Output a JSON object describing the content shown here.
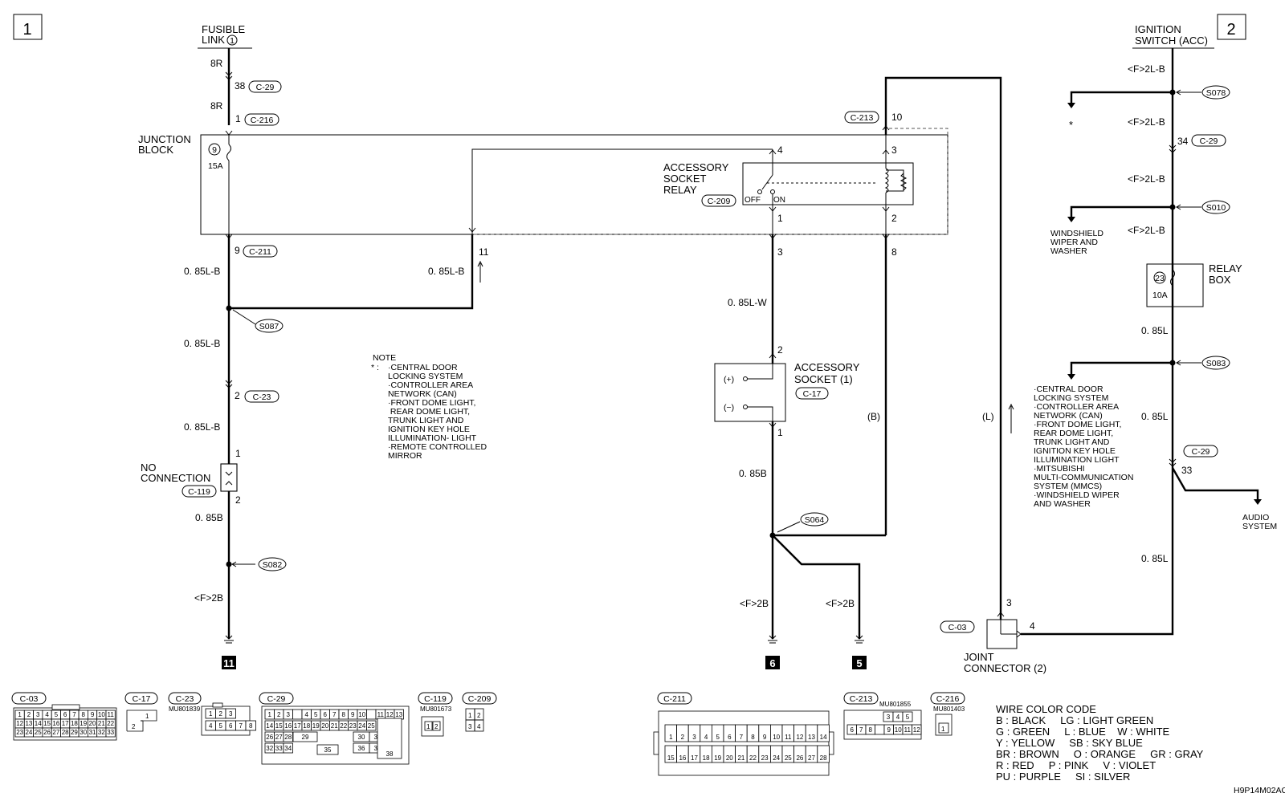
{
  "pages": {
    "left": "1",
    "right": "2"
  },
  "labels": {
    "fusible_link": "FUSIBLE",
    "fusible_link2": "LINK",
    "fusible_link_num": "1",
    "ignition_switch": "IGNITION",
    "ignition_switch2": "SWITCH (ACC)",
    "junction_block": "JUNCTION",
    "junction_block2": "BLOCK",
    "fuse9_num": "9",
    "fuse9_rating": "15A",
    "fuse23_num": "23",
    "fuse23_rating": "10A",
    "relay_box": "RELAY",
    "relay_box2": "BOX",
    "acc_relay1": "ACCESSORY",
    "acc_relay2": "SOCKET",
    "acc_relay3": "RELAY",
    "relay_off": "OFF",
    "relay_on": "ON",
    "acc_socket1": "ACCESSORY",
    "acc_socket2": "SOCKET (1)",
    "socket_plus": "(+)",
    "socket_minus": "(−)",
    "no_connection1": "NO",
    "no_connection2": "CONNECTION",
    "joint_connector1": "JOINT",
    "joint_connector2": "CONNECTOR (2)",
    "windshield1": "WINDSHIELD",
    "windshield2": "WIPER AND",
    "windshield3": "WASHER",
    "audio1": "AUDIO",
    "audio2": "SYSTEM",
    "asterisk": "*",
    "branch_b": "(B)",
    "branch_l": "(L)"
  },
  "wires": {
    "w8r_a": "8R",
    "w8r_b": "8R",
    "w085lb_a": "0. 85L-B",
    "w085lb_b": "0. 85L-B",
    "w085lb_c": "0. 85L-B",
    "w085lb_d": "0. 85L-B",
    "w085b_a": "0. 85B",
    "w085b_b": "0. 85B",
    "w085lw": "0. 85L-W",
    "wf2b_a": "<F>2B",
    "wf2b_b": "<F>2B",
    "wf2b_c": "<F>2B",
    "wf2lb_a": "<F>2L-B",
    "wf2lb_b": "<F>2L-B",
    "wf2lb_c": "<F>2L-B",
    "wf2lb_d": "<F>2L-B",
    "w085l_a": "0. 85L",
    "w085l_b": "0. 85L",
    "w085l_c": "0. 85L"
  },
  "pins": {
    "p38": "38",
    "p1a": "1",
    "p9": "9",
    "p11": "11",
    "p10": "10",
    "p4": "4",
    "p3r": "3",
    "p1r": "1",
    "p2r": "2",
    "p3b": "3",
    "p8": "8",
    "p2s": "2",
    "p1s": "1",
    "p2c23": "2",
    "p1nc": "1",
    "p2nc": "2",
    "p34": "34",
    "p33": "33",
    "p3j": "3",
    "p4j": "4"
  },
  "connectors": {
    "c29a": "C-29",
    "c216": "C-216",
    "c211": "C-211",
    "c213": "C-213",
    "c209": "C-209",
    "c17": "C-17",
    "c23": "C-23",
    "c119": "C-119",
    "c29b": "C-29",
    "c29c": "C-29",
    "c03": "C-03"
  },
  "splices": {
    "s087": "S087",
    "s082": "S082",
    "s064": "S064",
    "s078": "S078",
    "s010": "S010",
    "s083": "S083"
  },
  "grounds": {
    "g11": "11",
    "g6": "6",
    "g5": "5"
  },
  "note": {
    "title": "NOTE",
    "star": "* :",
    "lines": [
      "·CENTRAL DOOR",
      " LOCKING SYSTEM",
      "·CONTROLLER AREA",
      " NETWORK (CAN)",
      "·FRONT DOME LIGHT,",
      " TRUNK LIGHT AND",
      " IGNITION KEY HOLE",
      " ILLUMINATION- LIGHT",
      "·REMOTE CONTROLLED",
      " MIRROR"
    ]
  },
  "right_list": [
    "·CENTRAL DOOR",
    " LOCKING SYSTEM",
    "·CONTROLLER AREA",
    " NETWORK (CAN)",
    "·FRONT DOME LIGHT,",
    " REAR DOME LIGHT,",
    " TRUNK LIGHT AND",
    " IGNITION KEY HOLE",
    " ILLUMINATION LIGHT",
    "·MITSUBISHI",
    " MULTI-COMMUNICATION",
    " SYSTEM (MMCS)",
    "·WINDSHIELD WIPER",
    " AND WASHER"
  ],
  "faces": {
    "c03": "C-03",
    "c17": "C-17",
    "c23": "C-23",
    "c23_part": "MU801839",
    "c29": "C-29",
    "c119": "C-119",
    "c119_part": "MU801673",
    "c209": "C-209",
    "c211": "C-211",
    "c213": "C-213",
    "c213_part": "MU801855",
    "c216": "C-216",
    "c216_part": "MU801403"
  },
  "wire_color_code": {
    "title": "WIRE COLOR CODE",
    "rows": [
      "B : BLACK     LG : LIGHT GREEN",
      "G : GREEN     L : BLUE    W : WHITE",
      "Y : YELLOW     SB : SKY BLUE",
      "BR : BROWN     O : ORANGE     GR : GRAY",
      "R : RED     P : PINK     V : VIOLET",
      "PU : PURPLE     SI : SILVER"
    ]
  },
  "diagram_id": "H9P14M02AC"
}
